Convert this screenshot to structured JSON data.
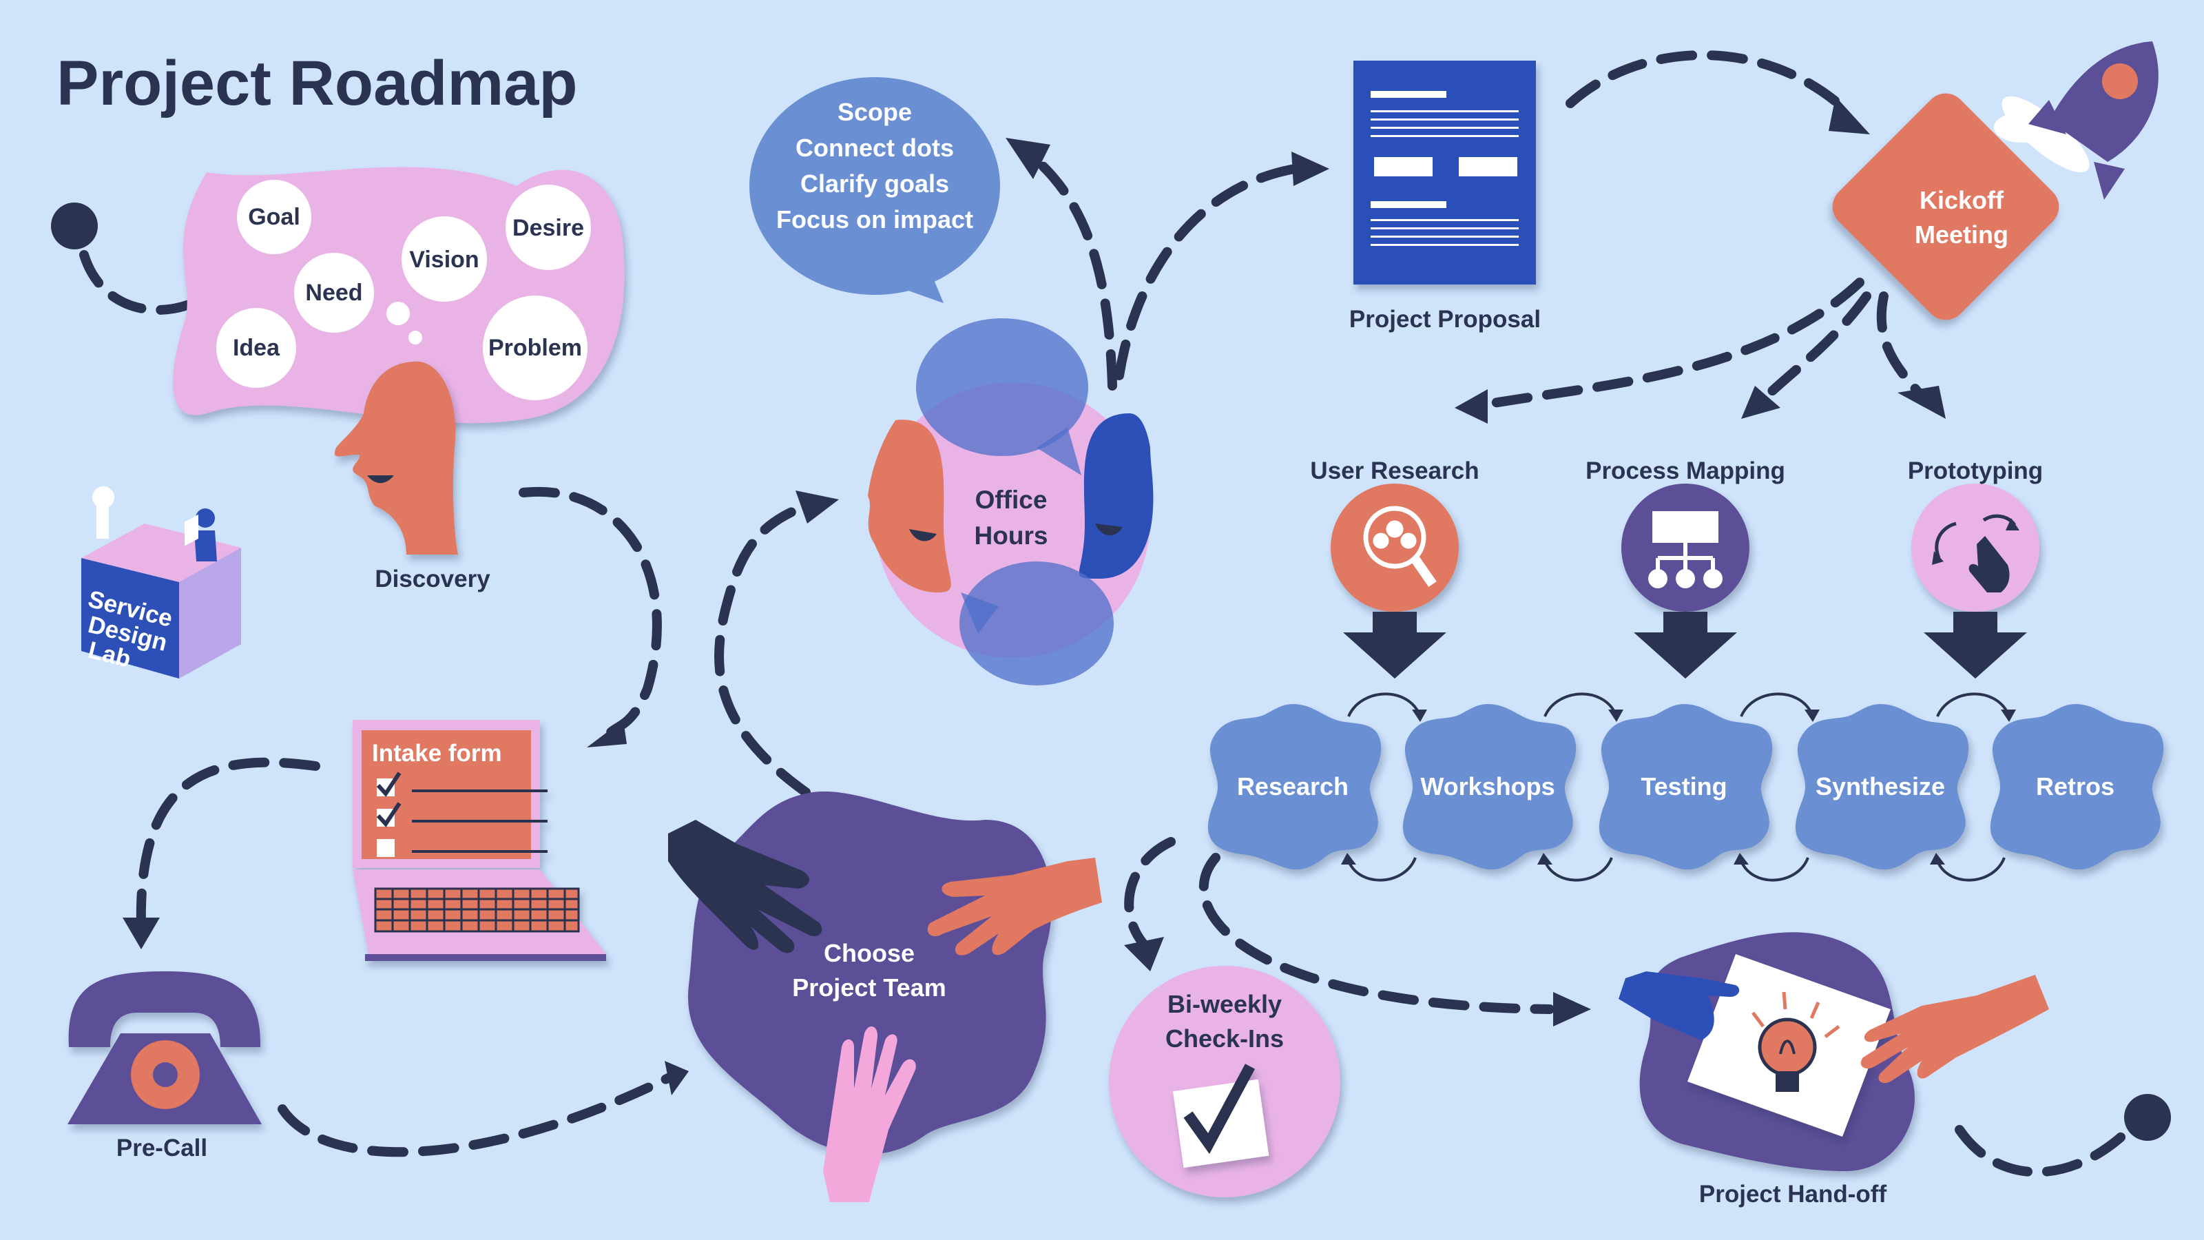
{
  "title": "Project Roadmap",
  "discovery": {
    "label": "Discovery",
    "bubbles": [
      "Goal",
      "Desire",
      "Vision",
      "Need",
      "Idea",
      "Problem"
    ]
  },
  "lab_logo": "Service Design Lab",
  "intake": {
    "label": "Intake form"
  },
  "precall": {
    "label": "Pre-Call"
  },
  "office_hours": {
    "label_line1": "Office",
    "label_line2": "Hours",
    "speech": [
      "Scope",
      "Connect dots",
      "Clarify goals",
      "Focus on impact"
    ]
  },
  "team": {
    "label_line1": "Choose",
    "label_line2": "Project Team"
  },
  "proposal": {
    "label": "Project Proposal"
  },
  "kickoff": {
    "label_line1": "Kickoff",
    "label_line2": "Meeting"
  },
  "methods": [
    {
      "label": "User Research",
      "icon": "magnifier-people-icon"
    },
    {
      "label": "Process Mapping",
      "icon": "org-chart-icon"
    },
    {
      "label": "Prototyping",
      "icon": "tap-gesture-icon"
    }
  ],
  "stages": [
    "Research",
    "Workshops",
    "Testing",
    "Synthesize",
    "Retros"
  ],
  "checkins": {
    "label_line1": "Bi-weekly",
    "label_line2": "Check-Ins"
  },
  "handoff": {
    "label": "Project Hand-off"
  },
  "colors": {
    "background": "#cfe3fb",
    "navy": "#2a3350",
    "salmon": "#e07862",
    "pink": "#e9b3e6",
    "purple": "#5b4f98",
    "blue": "#6a8fd3",
    "royal": "#2c4fb8"
  }
}
